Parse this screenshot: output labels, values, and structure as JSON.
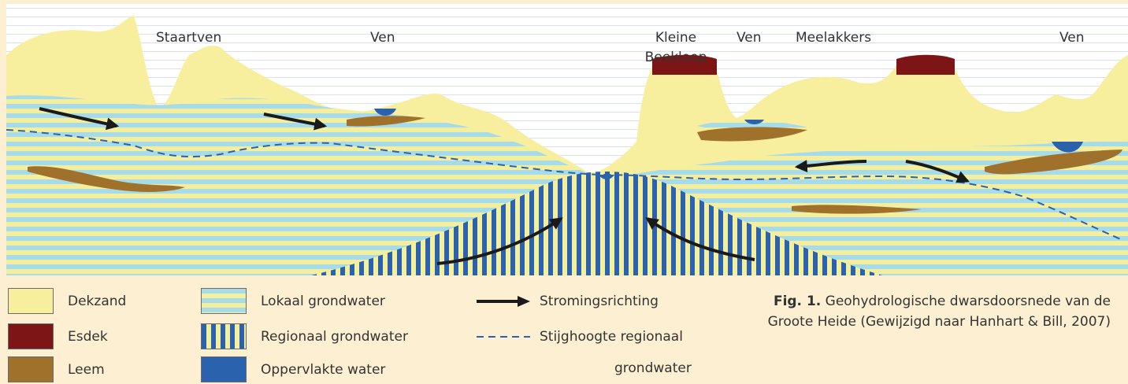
{
  "labels": {
    "staartven": "Staartven",
    "ven1": "Ven",
    "kleine_beekloop_line1": "Kleine",
    "kleine_beekloop_line2": "Beekloop",
    "ven2": "Ven",
    "meelakkers": "Meelakkers",
    "ven3": "Ven"
  },
  "legend": {
    "dekzand": "Dekzand",
    "esdek": "Esdek",
    "leem": "Leem",
    "lokaal": "Lokaal grondwater",
    "regionaal": "Regionaal grondwater",
    "oppervlakte": "Oppervlakte water",
    "stroming": "Stromingsrichting",
    "stijghoogte_line1": "Stijghoogte regionaal",
    "stijghoogte_line2": "grondwater"
  },
  "caption": {
    "fig": "Fig. 1.",
    "text": "Geohydrologische dwarsdoorsnede van de Groote Heide (Gewijzigd naar Hanhart & Bill, 2007)"
  },
  "colors": {
    "background": "#fdf0d2",
    "dekzand": "#f7ef9e",
    "esdek": "#7d1517",
    "leem": "#a0712a",
    "water_light": "#a8dbe8",
    "water_dark": "#2a62ae",
    "stroke": "#1a1a1a"
  }
}
